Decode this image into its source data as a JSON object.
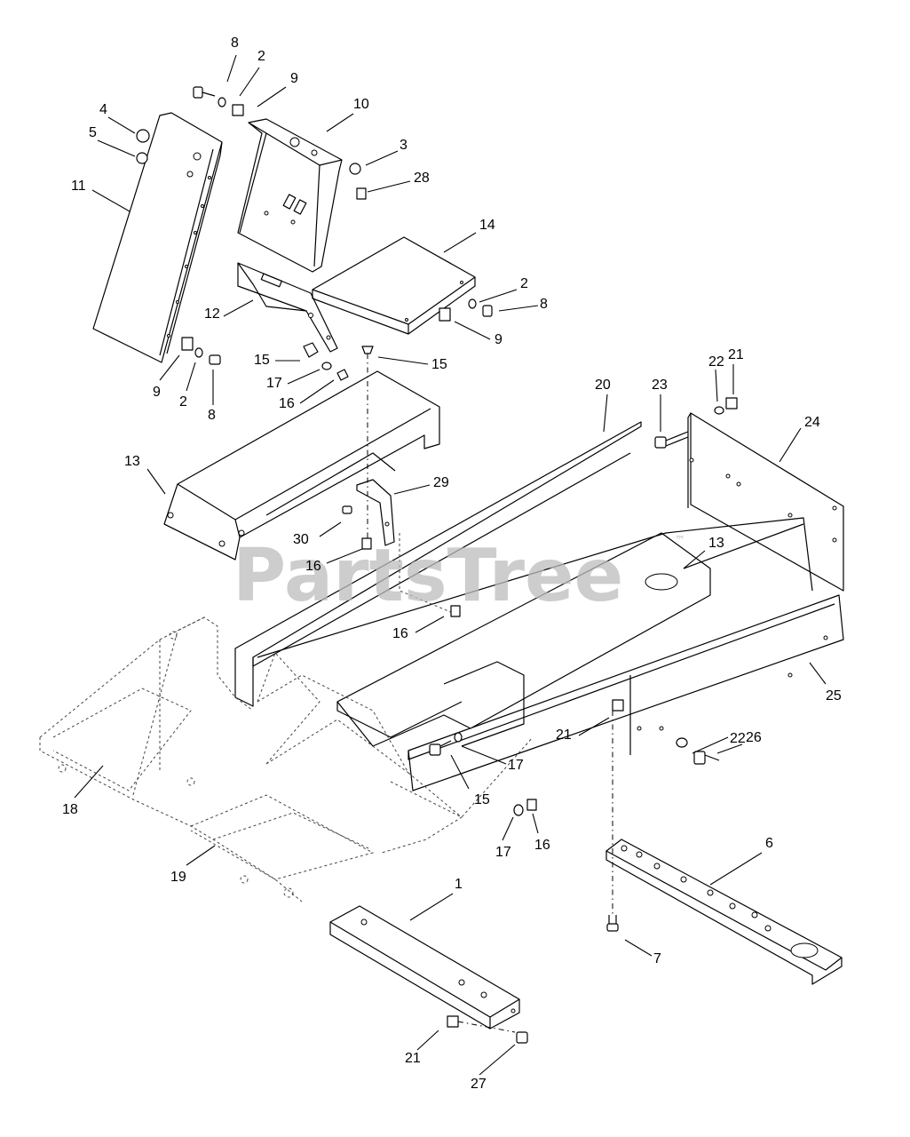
{
  "watermark": {
    "text": "PartsTree",
    "tm": "™"
  },
  "callouts": [
    {
      "label": "8"
    },
    {
      "label": "2"
    },
    {
      "label": "9"
    },
    {
      "label": "4"
    },
    {
      "label": "10"
    },
    {
      "label": "5"
    },
    {
      "label": "3"
    },
    {
      "label": "28"
    },
    {
      "label": "11"
    },
    {
      "label": "14"
    },
    {
      "label": "2"
    },
    {
      "label": "8"
    },
    {
      "label": "12"
    },
    {
      "label": "9"
    },
    {
      "label": "15"
    },
    {
      "label": "15"
    },
    {
      "label": "17"
    },
    {
      "label": "16"
    },
    {
      "label": "9"
    },
    {
      "label": "2"
    },
    {
      "label": "8"
    },
    {
      "label": "22"
    },
    {
      "label": "21"
    },
    {
      "label": "20"
    },
    {
      "label": "23"
    },
    {
      "label": "24"
    },
    {
      "label": "13"
    },
    {
      "label": "29"
    },
    {
      "label": "30"
    },
    {
      "label": "16"
    },
    {
      "label": "13"
    },
    {
      "label": "16"
    },
    {
      "label": "25"
    },
    {
      "label": "22"
    },
    {
      "label": "21"
    },
    {
      "label": "26"
    },
    {
      "label": "17"
    },
    {
      "label": "15"
    },
    {
      "label": "18"
    },
    {
      "label": "17"
    },
    {
      "label": "16"
    },
    {
      "label": "19"
    },
    {
      "label": "6"
    },
    {
      "label": "1"
    },
    {
      "label": "7"
    },
    {
      "label": "21"
    },
    {
      "label": "27"
    }
  ]
}
